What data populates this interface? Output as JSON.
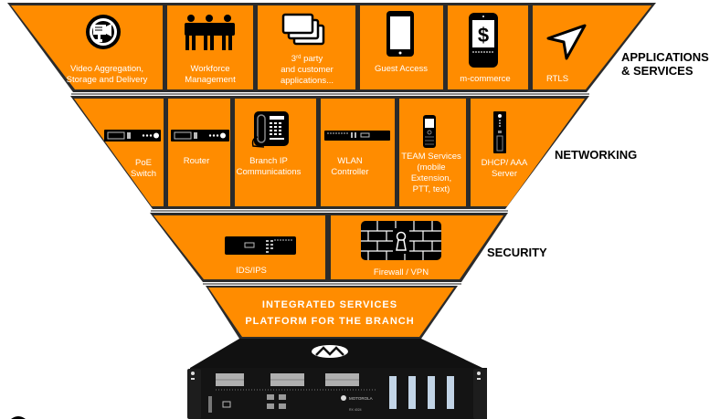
{
  "colors": {
    "tile_orange": "#FF8C00",
    "border_dark": "#2b2b2b",
    "row_separator": "#8c8c8c",
    "label_text": "#000000",
    "tile_text": "#ffffff"
  },
  "layers": {
    "applications": {
      "title_line1": "APPLICATIONS",
      "title_line2": "& SERVICES",
      "tiles": [
        {
          "icon": "video-camera-icon",
          "lines": [
            "Video Aggregation,",
            "Storage and Delivery"
          ]
        },
        {
          "icon": "people-group-icon",
          "lines": [
            "Workforce",
            "Management"
          ]
        },
        {
          "icon": "stacked-windows-icon",
          "lines": [
            "3rd party",
            "and customer",
            "applications..."
          ],
          "first_line_main": "3",
          "first_line_sup": "rd",
          "first_line_rest": " party"
        },
        {
          "icon": "tablet-icon",
          "lines": [
            "Guest Access"
          ]
        },
        {
          "icon": "mobile-dollar-icon",
          "lines": [
            "m-commerce"
          ]
        },
        {
          "icon": "location-arrow-icon",
          "lines": [
            "RTLS"
          ]
        }
      ]
    },
    "networking": {
      "title": "NETWORKING",
      "tiles": [
        {
          "icon": "switch-device-icon",
          "lines": [
            "PoE",
            "Switch"
          ]
        },
        {
          "icon": "router-device-icon",
          "lines": [
            "Router"
          ]
        },
        {
          "icon": "ip-phone-icon",
          "lines": [
            "Branch IP",
            "Communications"
          ]
        },
        {
          "icon": "wlan-controller-icon",
          "lines": [
            "WLAN",
            "Controller"
          ]
        },
        {
          "icon": "mobile-phone-icon",
          "lines": [
            "TEAM Services",
            "(mobile",
            "Extension,",
            "PTT, text)"
          ]
        },
        {
          "icon": "server-tower-icon",
          "lines": [
            "DHCP/ AAA",
            "Server"
          ]
        }
      ]
    },
    "security": {
      "title": "SECURITY",
      "tiles": [
        {
          "icon": "ids-appliance-icon",
          "lines": [
            "IDS/IPS"
          ]
        },
        {
          "icon": "firewall-lock-icon",
          "lines": [
            "Firewall / VPN"
          ]
        }
      ]
    },
    "platform": {
      "lines": [
        "INTEGRATED SERVICES",
        "PLATFORM FOR THE BRANCH"
      ]
    }
  },
  "hardware": {
    "icon": "rack-appliance-icon",
    "logo": "motorola-logo-icon",
    "brand_text": "MOTOROLA",
    "model_text": "RX 4024"
  }
}
